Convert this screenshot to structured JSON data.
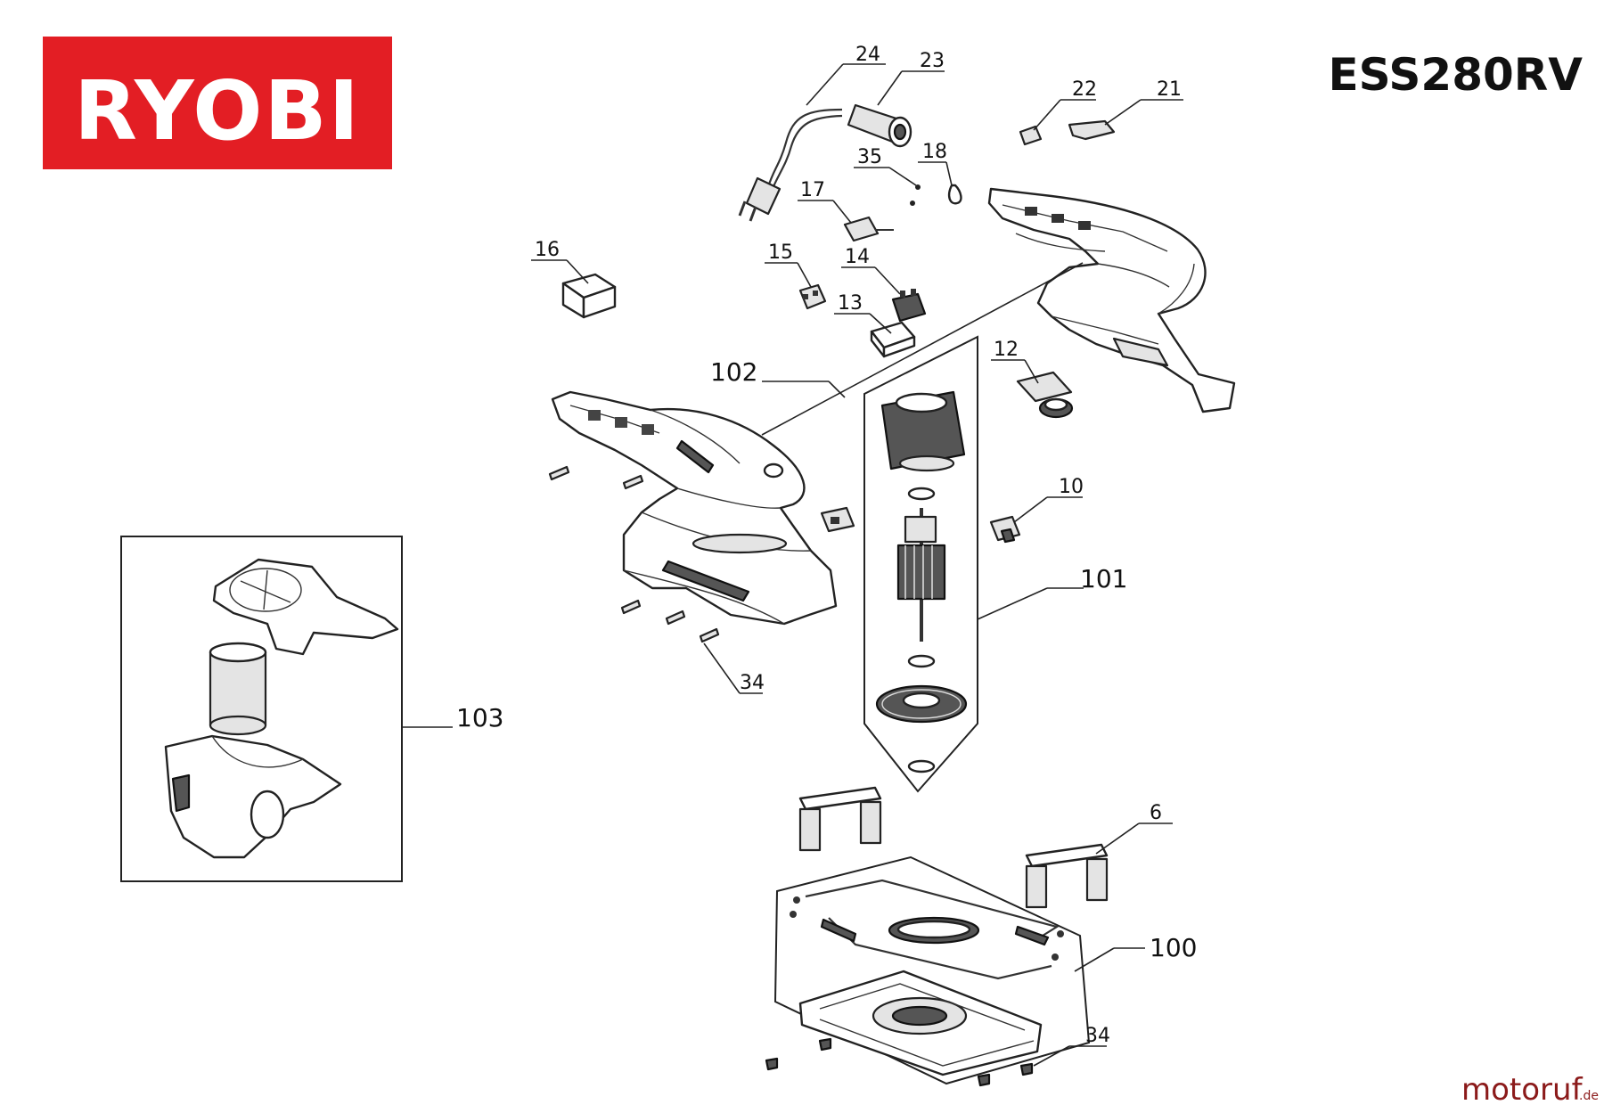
{
  "brand": {
    "name": "RYOBI",
    "color": "#e31e24",
    "text_color": "#ffffff"
  },
  "model": "ESS280RV",
  "watermark": {
    "main": "motoruf",
    "suffix": ".de",
    "color": "#8b1a1a"
  },
  "callouts": {
    "c24": "24",
    "c23": "23",
    "c22": "22",
    "c21": "21",
    "c35": "35",
    "c18": "18",
    "c17": "17",
    "c16": "16",
    "c15": "15",
    "c14": "14",
    "c13": "13",
    "c12": "12",
    "c102": "102",
    "c10": "10",
    "c101": "101",
    "c103": "103",
    "c34a": "34",
    "c6": "6",
    "c100": "100",
    "c34b": "34"
  }
}
